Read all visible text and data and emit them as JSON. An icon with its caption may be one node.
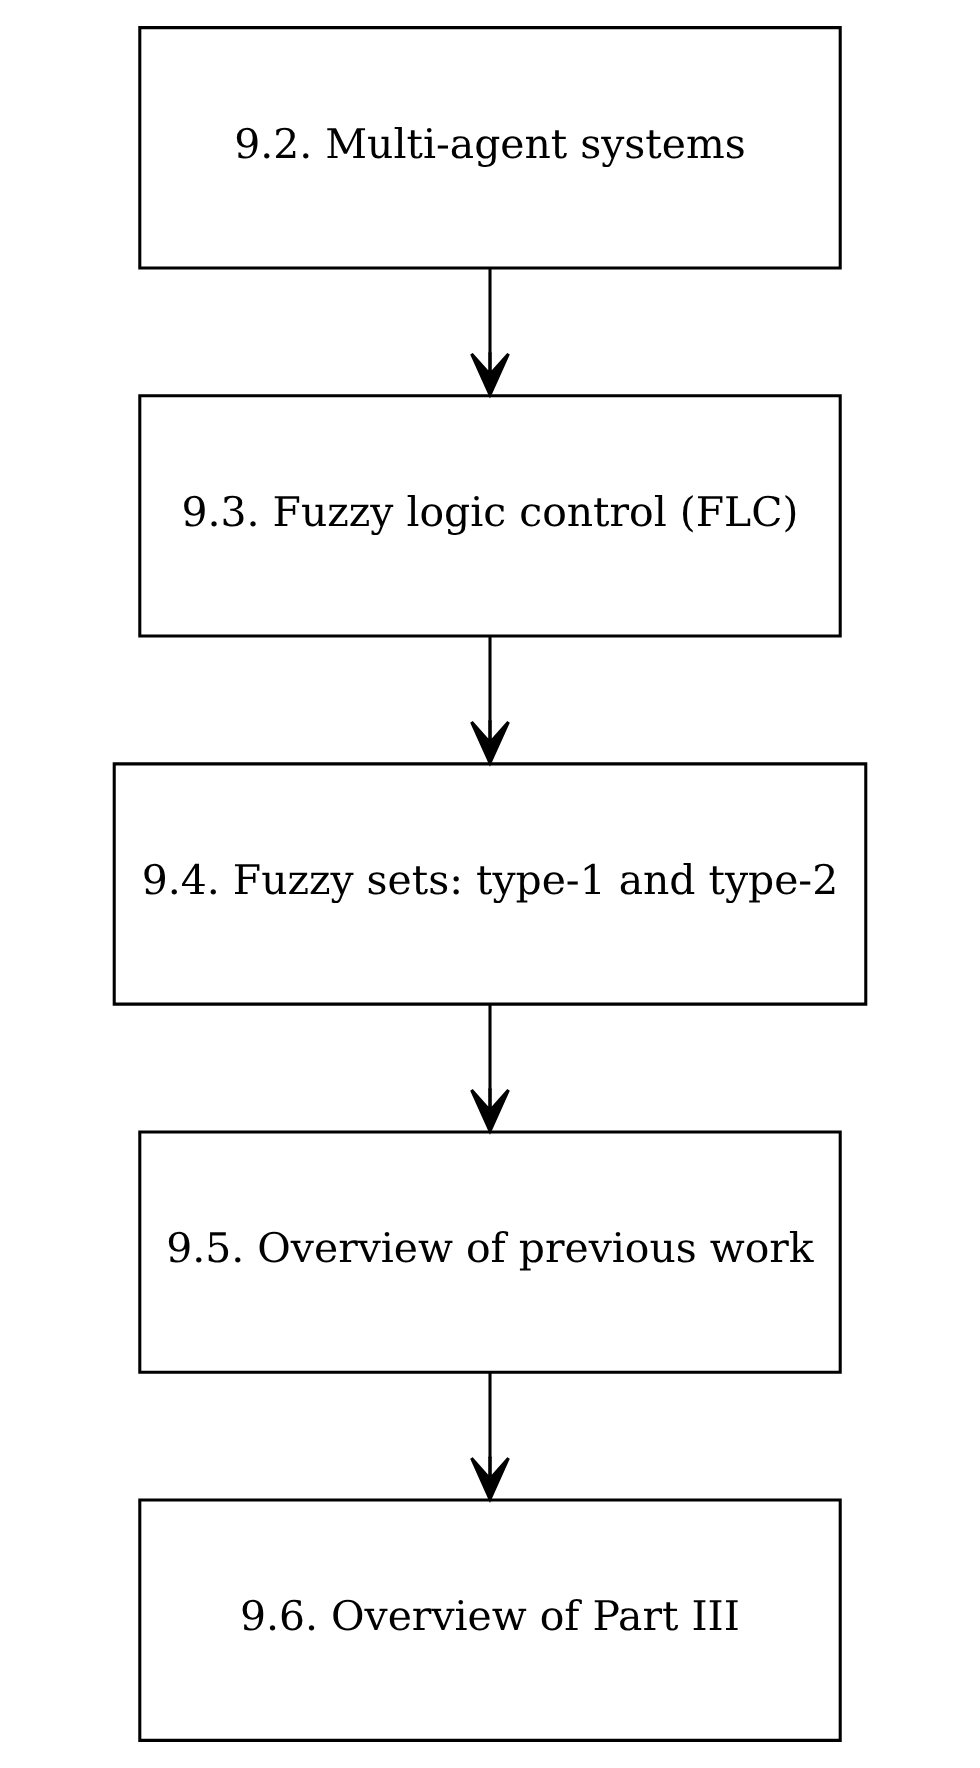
{
  "diagram": {
    "nodes": [
      {
        "text": [
          "9.2. Multi-agent systems"
        ]
      },
      {
        "text": [
          "9.3. Fuzzy logic control (FLC)"
        ]
      },
      {
        "text": [
          "9.4. Fuzzy sets: type-1 and type-2"
        ]
      },
      {
        "text": [
          "9.5. Overview of previous work"
        ]
      },
      {
        "text": [
          "9.6. Overview of Part III"
        ]
      }
    ],
    "edges": [
      {
        "from": 0,
        "to": 1,
        "arrow": "to"
      },
      {
        "from": 1,
        "to": 2,
        "arrow": "to"
      },
      {
        "from": 2,
        "to": 3,
        "arrow": "to"
      },
      {
        "from": 3,
        "to": 4,
        "arrow": "to"
      }
    ]
  }
}
